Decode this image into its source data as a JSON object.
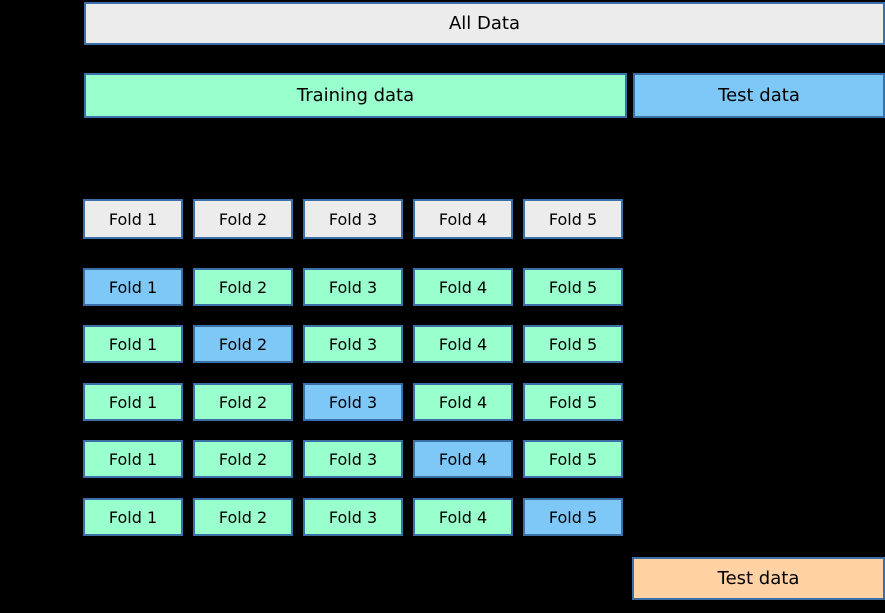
{
  "diagram": {
    "all_data_label": "All Data",
    "training_label": "Training data",
    "test_label": "Test data",
    "final_test_label": "Test data"
  },
  "fold_header": [
    "Fold 1",
    "Fold 2",
    "Fold 3",
    "Fold 4",
    "Fold 5"
  ],
  "splits": [
    {
      "validation_index": 0,
      "folds": [
        "Fold 1",
        "Fold 2",
        "Fold 3",
        "Fold 4",
        "Fold 5"
      ]
    },
    {
      "validation_index": 1,
      "folds": [
        "Fold 1",
        "Fold 2",
        "Fold 3",
        "Fold 4",
        "Fold 5"
      ]
    },
    {
      "validation_index": 2,
      "folds": [
        "Fold 1",
        "Fold 2",
        "Fold 3",
        "Fold 4",
        "Fold 5"
      ]
    },
    {
      "validation_index": 3,
      "folds": [
        "Fold 1",
        "Fold 2",
        "Fold 3",
        "Fold 4",
        "Fold 5"
      ]
    },
    {
      "validation_index": 4,
      "folds": [
        "Fold 1",
        "Fold 2",
        "Fold 3",
        "Fold 4",
        "Fold 5"
      ]
    }
  ],
  "colors": {
    "background": "#000000",
    "border": "#3a6fa8",
    "all_data_fill": "#ececec",
    "train_fill": "#99ffcc",
    "test_fill": "#7ec8f8",
    "final_test_fill": "#ffd1a3",
    "text": "#000000"
  }
}
